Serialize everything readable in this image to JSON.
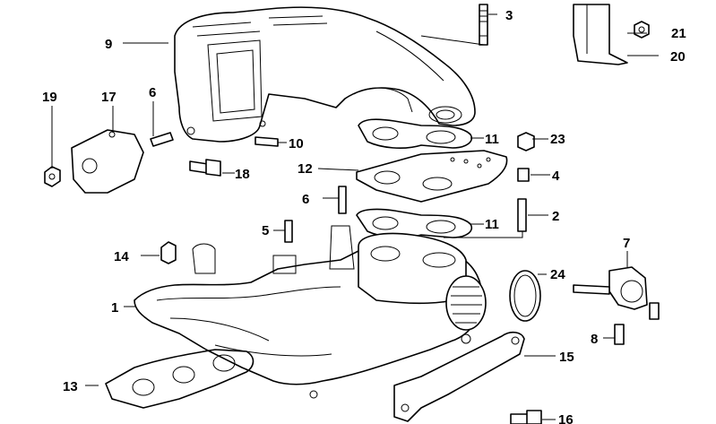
{
  "callouts": {
    "c1": "1",
    "c2": "2",
    "c3": "3",
    "c4": "4",
    "c5": "5",
    "c6a": "6",
    "c6b": "6",
    "c7": "7",
    "c8": "8",
    "c9": "9",
    "c10": "10",
    "c11a": "11",
    "c11b": "11",
    "c12": "12",
    "c13": "13",
    "c14": "14",
    "c15": "15",
    "c16": "16",
    "c17": "17",
    "c18": "18",
    "c19": "19",
    "c20": "20",
    "c21": "21",
    "c23": "23",
    "c24": "24"
  }
}
